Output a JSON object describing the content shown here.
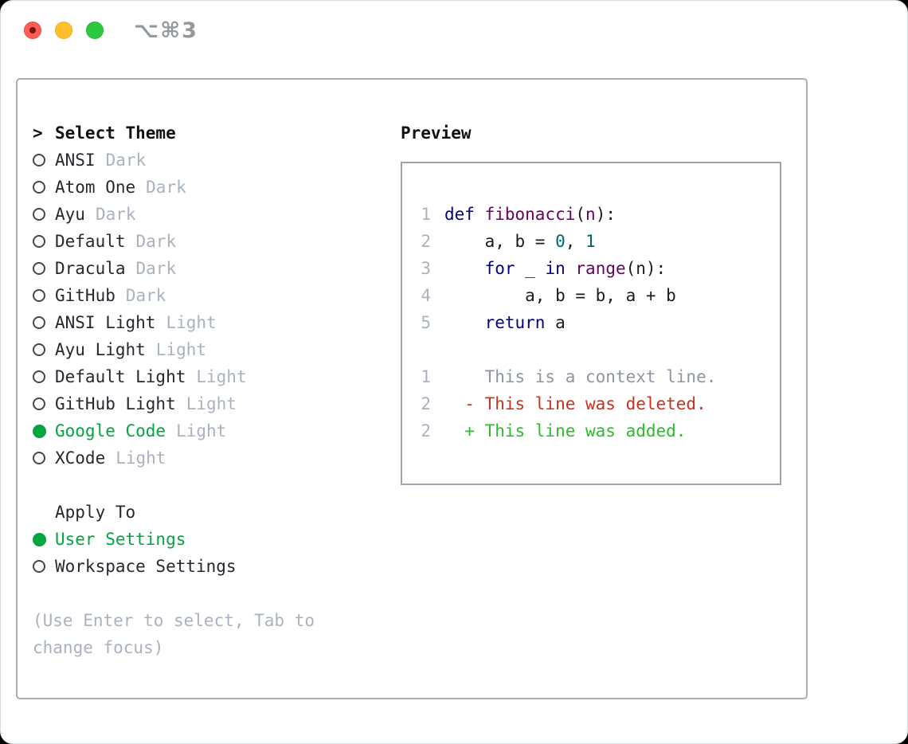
{
  "window": {
    "title": "⌥⌘3"
  },
  "palette": {
    "accent_green": "#00a63f",
    "diff_add_green": "#2abd2a",
    "diff_del_red": "#cc3018",
    "code_keyword_blue": "#000088",
    "code_title_purple": "#660066",
    "code_number_teal": "#006666",
    "muted_gray": "#a9b2bf",
    "lineno_gray": "#a9b2bf",
    "context_gray": "#8f969f",
    "text_dark": "#24292f",
    "traffic_red": "#ff5d55",
    "traffic_yellow": "#ffbe2b",
    "traffic_green": "#2bc840"
  },
  "theme_picker": {
    "header_prefix": ">",
    "header": "Select Theme",
    "themes": [
      {
        "name": "ANSI",
        "tag": "Dark",
        "selected": false
      },
      {
        "name": "Atom One",
        "tag": "Dark",
        "selected": false
      },
      {
        "name": "Ayu",
        "tag": "Dark",
        "selected": false
      },
      {
        "name": "Default",
        "tag": "Dark",
        "selected": false
      },
      {
        "name": "Dracula",
        "tag": "Dark",
        "selected": false
      },
      {
        "name": "GitHub",
        "tag": "Dark",
        "selected": false
      },
      {
        "name": "ANSI Light",
        "tag": "Light",
        "selected": false
      },
      {
        "name": "Ayu Light",
        "tag": "Light",
        "selected": false
      },
      {
        "name": "Default Light",
        "tag": "Light",
        "selected": false
      },
      {
        "name": "GitHub Light",
        "tag": "Light",
        "selected": false
      },
      {
        "name": "Google Code",
        "tag": "Light",
        "selected": true
      },
      {
        "name": "XCode",
        "tag": "Light",
        "selected": false
      }
    ],
    "apply_to": {
      "header": "Apply To",
      "options": [
        {
          "label": "User Settings",
          "selected": true
        },
        {
          "label": "Workspace Settings",
          "selected": false
        }
      ]
    },
    "hint": "(Use Enter to select, Tab to change focus)"
  },
  "preview": {
    "header": "Preview",
    "code_lines": [
      {
        "num": "1",
        "tokens": [
          [
            "pl",
            ""
          ],
          [
            "kw",
            "def"
          ],
          [
            "pl",
            " "
          ],
          [
            "fn",
            "fibonacci"
          ],
          [
            "pl",
            "("
          ],
          [
            "fn",
            "n"
          ],
          [
            "pl",
            "):"
          ]
        ]
      },
      {
        "num": "2",
        "tokens": [
          [
            "pl",
            "    a, b = "
          ],
          [
            "nu",
            "0"
          ],
          [
            "pl",
            ", "
          ],
          [
            "nu",
            "1"
          ]
        ]
      },
      {
        "num": "3",
        "tokens": [
          [
            "pl",
            "    "
          ],
          [
            "kw",
            "for"
          ],
          [
            "pl",
            " _ "
          ],
          [
            "kw",
            "in"
          ],
          [
            "pl",
            " "
          ],
          [
            "fn",
            "range"
          ],
          [
            "pl",
            "(n):"
          ]
        ]
      },
      {
        "num": "4",
        "tokens": [
          [
            "pl",
            "        a, b = b, a + b"
          ]
        ]
      },
      {
        "num": "5",
        "tokens": [
          [
            "pl",
            "    "
          ],
          [
            "kw",
            "return"
          ],
          [
            "pl",
            " a"
          ]
        ]
      },
      {
        "num": "",
        "tokens": []
      },
      {
        "num": "1",
        "tokens": [
          [
            "cx",
            "    This is a context line."
          ]
        ]
      },
      {
        "num": "2",
        "tokens": [
          [
            "de",
            "  - This line was deleted."
          ]
        ]
      },
      {
        "num": "2",
        "tokens": [
          [
            "ad",
            "  + This line was added."
          ]
        ]
      }
    ]
  }
}
